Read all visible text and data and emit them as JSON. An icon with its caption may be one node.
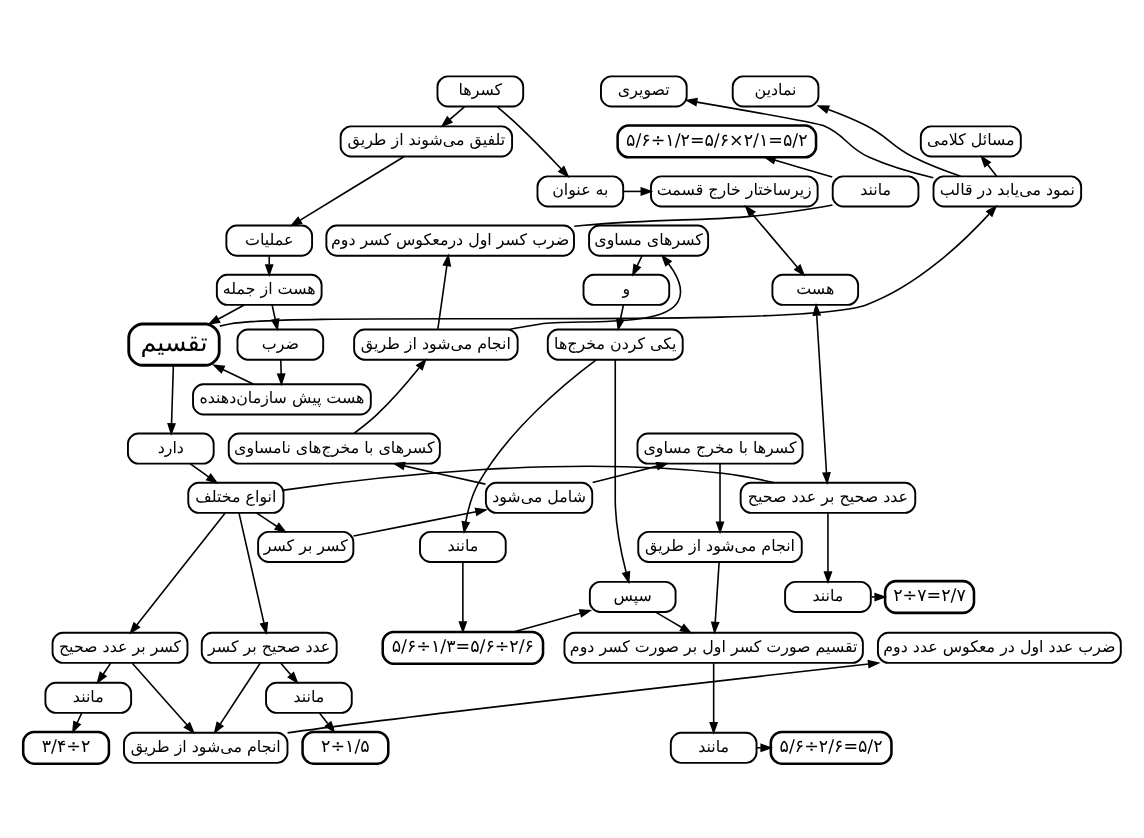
{
  "diagram": {
    "nodes": [
      {
        "text": [
          "کسرها"
        ]
      },
      {
        "text": [
          "تلفیق می‌شوند از طریق"
        ]
      },
      {
        "text": [
          "به عنوان"
        ]
      },
      {
        "text": [
          "زیرساختار خارج قسمت"
        ]
      },
      {
        "text": [
          "عملیات"
        ]
      },
      {
        "text": [
          "هست از جمله"
        ]
      },
      {
        "text": [
          "ضرب"
        ]
      },
      {
        "text": [
          "تقسیم"
        ]
      },
      {
        "text": [
          "هست پیش سازمان‌دهنده"
        ]
      },
      {
        "text": [
          "هست"
        ]
      },
      {
        "text": [
          "تصویری"
        ]
      },
      {
        "text": [
          "نمادین"
        ]
      },
      {
        "text": [
          "مسائل کلامی"
        ]
      },
      {
        "text": [
          "نمود می‌یابد در قالب"
        ]
      },
      {
        "text": [
          "ضرب کسر اول درمعکوس کسر دوم"
        ]
      },
      {
        "text": [
          "مانند"
        ]
      },
      {
        "text": [
          "۵/۶÷۱/۲=۵/۶×۲/۱=۵/۲"
        ]
      },
      {
        "text": [
          "کسرهای مساوی"
        ]
      },
      {
        "text": [
          "و"
        ]
      },
      {
        "text": [
          "یکی کردن مخرج‌ها"
        ]
      },
      {
        "text": [
          "انجام می‌شود از طریق"
        ]
      },
      {
        "text": [
          "کسرهای با مخرج‌های نامساوی"
        ]
      },
      {
        "text": [
          "کسرها با مخرج مساوی"
        ]
      },
      {
        "text": [
          "شامل می‌شود"
        ]
      },
      {
        "text": [
          "کسر بر کسر"
        ]
      },
      {
        "text": [
          "انجام می‌شود از طریق"
        ]
      },
      {
        "text": [
          "مانند"
        ]
      },
      {
        "text": [
          "سپس"
        ]
      },
      {
        "text": [
          "۵/۶÷۱/۳=۵/۶÷۲/۶"
        ]
      },
      {
        "text": [
          "تقسیم صورت کسر اول بر صورت کسر دوم"
        ]
      },
      {
        "text": [
          "مانند"
        ]
      },
      {
        "text": [
          "۵/۶÷۲/۶=۵/۲"
        ]
      },
      {
        "text": [
          "دارد"
        ]
      },
      {
        "text": [
          "انواع مختلف"
        ]
      },
      {
        "text": [
          "عدد صحیح بر عدد صحیح"
        ]
      },
      {
        "text": [
          "مانند"
        ]
      },
      {
        "text": [
          "۲÷۷=۲/۷"
        ]
      },
      {
        "text": [
          "ضرب عدد اول در معکوس عدد دوم"
        ]
      },
      {
        "text": [
          "کسر بر عدد صحیح"
        ]
      },
      {
        "text": [
          "عدد صحیح بر کسر"
        ]
      },
      {
        "text": [
          "مانند"
        ]
      },
      {
        "text": [
          "۳/۴÷۲"
        ]
      },
      {
        "text": [
          "مانند"
        ]
      },
      {
        "text": [
          "۲÷۱/۵"
        ]
      },
      {
        "text": [
          "انجام می‌شود از طریق"
        ]
      }
    ],
    "edges": [
      {
        "from": 0,
        "to": 1,
        "arrow": "to"
      },
      {
        "from": 0,
        "to": 2,
        "arrow": "to"
      },
      {
        "from": 2,
        "to": 3,
        "arrow": "to"
      },
      {
        "from": 1,
        "to": 4,
        "arrow": "to"
      },
      {
        "from": 4,
        "to": 5,
        "arrow": "to"
      },
      {
        "from": 5,
        "to": 6,
        "arrow": "to"
      },
      {
        "from": 5,
        "to": 7,
        "arrow": "to"
      },
      {
        "from": 6,
        "to": 8,
        "arrow": "to"
      },
      {
        "from": 8,
        "to": 7,
        "arrow": "to"
      },
      {
        "from": 3,
        "to": 9,
        "arrow": "both"
      },
      {
        "from": 9,
        "to": 34,
        "arrow": "both"
      },
      {
        "from": 7,
        "to": 13,
        "arrow": "to"
      },
      {
        "from": 13,
        "to": 10,
        "arrow": "to"
      },
      {
        "from": 13,
        "to": 11,
        "arrow": "to"
      },
      {
        "from": 13,
        "to": 12,
        "arrow": "to"
      },
      {
        "from": 7,
        "to": 32,
        "arrow": "to"
      },
      {
        "from": 32,
        "to": 33,
        "arrow": "to"
      },
      {
        "from": 33,
        "to": 34,
        "arrow": "none"
      },
      {
        "from": 33,
        "to": 38,
        "arrow": "to"
      },
      {
        "from": 33,
        "to": 39,
        "arrow": "to"
      },
      {
        "from": 33,
        "to": 24,
        "arrow": "to"
      },
      {
        "from": 24,
        "to": 23,
        "arrow": "to"
      },
      {
        "from": 23,
        "to": 21,
        "arrow": "to"
      },
      {
        "from": 23,
        "to": 22,
        "arrow": "to"
      },
      {
        "from": 21,
        "to": 20,
        "arrow": "to"
      },
      {
        "from": 20,
        "to": 14,
        "arrow": "to"
      },
      {
        "from": 20,
        "to": 17,
        "arrow": "to"
      },
      {
        "from": 14,
        "to": 15,
        "arrow": "none"
      },
      {
        "from": 15,
        "to": 16,
        "arrow": "to"
      },
      {
        "from": 17,
        "to": 18,
        "arrow": "to"
      },
      {
        "from": 18,
        "to": 19,
        "arrow": "to"
      },
      {
        "from": 19,
        "to": 27,
        "arrow": "to"
      },
      {
        "from": 19,
        "to": 26,
        "arrow": "to"
      },
      {
        "from": 26,
        "to": 28,
        "arrow": "to"
      },
      {
        "from": 28,
        "to": 27,
        "arrow": "to"
      },
      {
        "from": 27,
        "to": 29,
        "arrow": "to"
      },
      {
        "from": 22,
        "to": 25,
        "arrow": "to"
      },
      {
        "from": 25,
        "to": 29,
        "arrow": "to"
      },
      {
        "from": 29,
        "to": 30,
        "arrow": "to"
      },
      {
        "from": 30,
        "to": 31,
        "arrow": "to"
      },
      {
        "from": 34,
        "to": 35,
        "arrow": "to"
      },
      {
        "from": 35,
        "to": 36,
        "arrow": "to"
      },
      {
        "from": 44,
        "to": 37,
        "arrow": "to"
      },
      {
        "from": 38,
        "to": 44,
        "arrow": "to"
      },
      {
        "from": 39,
        "to": 44,
        "arrow": "to"
      },
      {
        "from": 38,
        "to": 40,
        "arrow": "to"
      },
      {
        "from": 40,
        "to": 41,
        "arrow": "to"
      },
      {
        "from": 39,
        "to": 42,
        "arrow": "to"
      },
      {
        "from": 42,
        "to": 43,
        "arrow": "to"
      }
    ]
  }
}
